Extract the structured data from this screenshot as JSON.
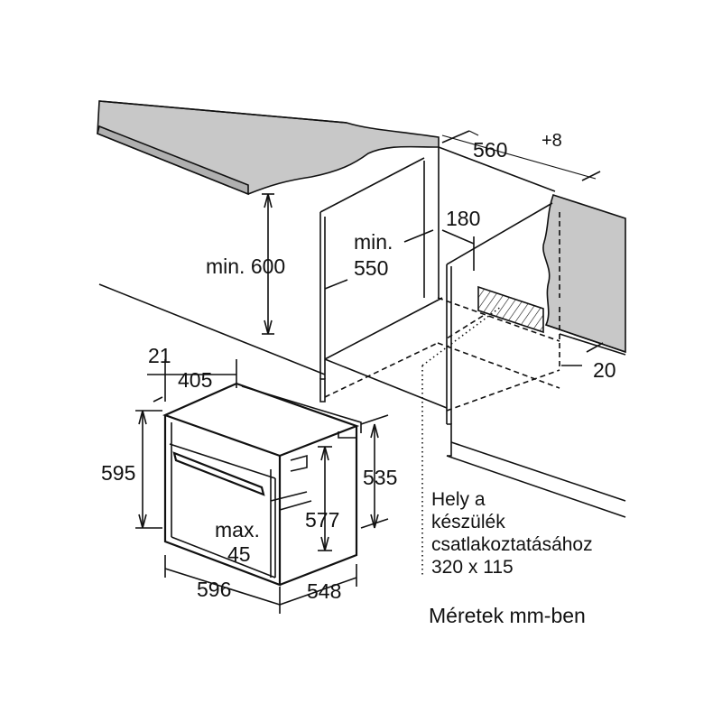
{
  "dimensions": {
    "counter_depth": "560",
    "counter_depth_tol": "+8",
    "min_height_label": "min. 600",
    "min_width_line1": "min.",
    "min_width_line2": "550",
    "vent_depth": "180",
    "side_gap": "20",
    "door_offset": "21",
    "door_inner": "405",
    "oven_height": "595",
    "oven_body_height": "535",
    "oven_width": "596",
    "oven_depth": "548",
    "inner_height": "577",
    "max_label_line1": "max.",
    "max_label_line2": "45"
  },
  "notes": {
    "connection_line1": "Hely a",
    "connection_line2": "készülék",
    "connection_line3": "csatlakoztatásához",
    "connection_line4": "320 x 115"
  },
  "footer": {
    "units": "Méretek mm-ben"
  },
  "colors": {
    "counter_fill": "#c8c8c8",
    "line": "#111111",
    "background": "#ffffff"
  }
}
